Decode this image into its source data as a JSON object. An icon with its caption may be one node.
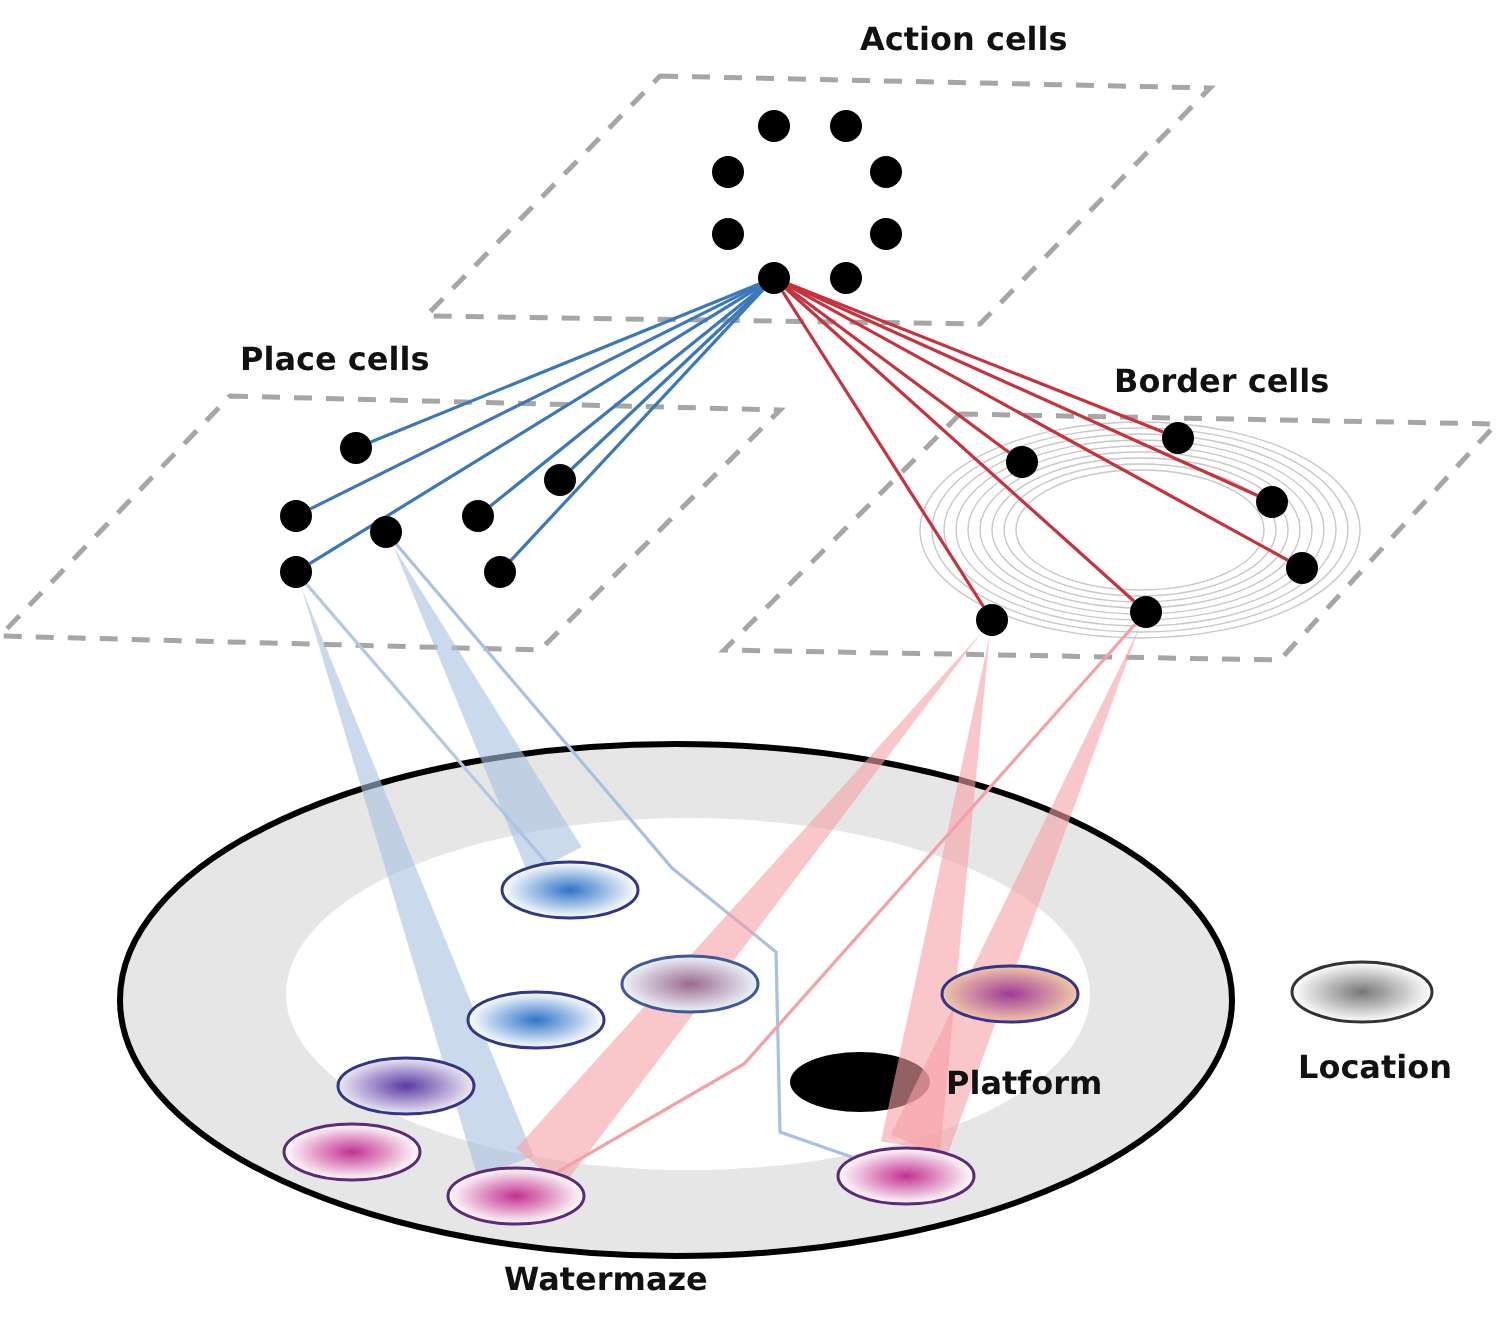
{
  "diagram": {
    "nodes": [
      {
        "text": [
          "Action cells"
        ]
      },
      {
        "text": [],
        "shape": "circle",
        "in": 0
      },
      {
        "text": [],
        "shape": "circle",
        "in": 0
      },
      {
        "text": [],
        "shape": "circle",
        "in": 0
      },
      {
        "text": [],
        "shape": "circle",
        "in": 0
      },
      {
        "text": [],
        "shape": "circle",
        "in": 0
      },
      {
        "text": [],
        "shape": "circle",
        "in": 0
      },
      {
        "text": [],
        "shape": "circle",
        "in": 0
      },
      {
        "text": [],
        "shape": "circle",
        "in": 0
      },
      {
        "text": [
          "Place cells"
        ]
      },
      {
        "text": [],
        "shape": "circle",
        "in": 9
      },
      {
        "text": [],
        "shape": "circle",
        "in": 9
      },
      {
        "text": [],
        "shape": "circle",
        "in": 9
      },
      {
        "text": [],
        "shape": "circle",
        "in": 9
      },
      {
        "text": [],
        "shape": "circle",
        "in": 9
      },
      {
        "text": [],
        "shape": "circle",
        "in": 9
      },
      {
        "text": [],
        "shape": "circle",
        "in": 9
      },
      {
        "text": [
          "Border cells"
        ]
      },
      {
        "text": [],
        "shape": "circle",
        "in": 17
      },
      {
        "text": [],
        "shape": "circle",
        "in": 17
      },
      {
        "text": [],
        "shape": "circle",
        "in": 17
      },
      {
        "text": [],
        "shape": "circle",
        "in": 17
      },
      {
        "text": [],
        "shape": "circle",
        "in": 17
      },
      {
        "text": [],
        "shape": "circle",
        "in": 17
      },
      {
        "text": [
          "Watermaze"
        ]
      },
      {
        "text": [],
        "shape": "ellipse",
        "in": 24
      },
      {
        "text": [],
        "shape": "ellipse",
        "in": 24
      },
      {
        "text": [],
        "shape": "ellipse",
        "in": 24
      },
      {
        "text": [],
        "shape": "ellipse",
        "in": 24
      },
      {
        "text": [
          "Platform"
        ],
        "in": 24
      },
      {
        "text": [],
        "shape": "ellipse",
        "in": 24
      },
      {
        "text": [],
        "shape": "ellipse",
        "in": 24
      },
      {
        "text": [],
        "shape": "ellipse",
        "in": 24
      },
      {
        "text": [],
        "shape": "ellipse",
        "in": 24
      }
    ],
    "edges": [
      {
        "from": 7,
        "to": 10,
        "arrow": "none",
        "color": "#3b78bb"
      },
      {
        "from": 7,
        "to": 12,
        "arrow": "none",
        "color": "#3b78bb"
      },
      {
        "from": 7,
        "to": 15,
        "arrow": "none",
        "color": "#3b78bb"
      },
      {
        "from": 7,
        "to": 11,
        "arrow": "none",
        "color": "#3b78bb"
      },
      {
        "from": 7,
        "to": 13,
        "arrow": "none",
        "color": "#3b78bb"
      },
      {
        "from": 7,
        "to": 16,
        "arrow": "none",
        "color": "#3b78bb"
      },
      {
        "from": 7,
        "to": 19,
        "arrow": "none",
        "color": "#c8323c"
      },
      {
        "from": 7,
        "to": 18,
        "arrow": "none",
        "color": "#c8323c"
      },
      {
        "from": 7,
        "to": 20,
        "arrow": "none",
        "color": "#c8323c"
      },
      {
        "from": 7,
        "to": 21,
        "arrow": "none",
        "color": "#c8323c"
      },
      {
        "from": 7,
        "to": 23,
        "arrow": "none",
        "color": "#c8323c"
      },
      {
        "from": 7,
        "to": 22,
        "arrow": "none",
        "color": "#c8323c"
      },
      {
        "from": 15,
        "to": 33,
        "arrow": "none",
        "style": "thick",
        "color": "#a9c0e0"
      },
      {
        "from": 15,
        "to": 25,
        "arrow": "none",
        "color": "#b4c8e4"
      },
      {
        "from": 14,
        "to": 25,
        "arrow": "none",
        "style": "thick",
        "color": "#a9c0e0"
      },
      {
        "from": 14,
        "to": 32,
        "arrow": "none",
        "color": "#a9c0e0"
      },
      {
        "from": 23,
        "to": 33,
        "arrow": "none",
        "style": "thick",
        "color": "#f5a0a6"
      },
      {
        "from": 23,
        "to": 32,
        "arrow": "none",
        "style": "thick",
        "color": "#f5a0a6"
      },
      {
        "from": 22,
        "to": 33,
        "arrow": "none",
        "color": "#f5a0a6"
      },
      {
        "from": 22,
        "to": 32,
        "arrow": "none",
        "style": "thick",
        "color": "#f5a0a6"
      }
    ],
    "legend": [
      {
        "text": "Location"
      }
    ]
  }
}
